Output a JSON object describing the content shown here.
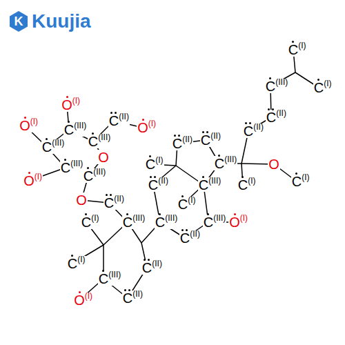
{
  "diagram": {
    "labels": [
      "K",
      "Kuujia",
      "C(I)",
      "C(III)",
      "C(I)",
      "C(II)",
      "C(II)",
      "O",
      "C(I)",
      "C(I)",
      "C(III)",
      "C(II)",
      "C(II)",
      "C(I)",
      "C(III)",
      "C(I)",
      "C(III)",
      "O(I)",
      "C(III)",
      "C(II)",
      "C(II)",
      "C(II)",
      "C(III)",
      "O(I)",
      "C(I)",
      "C(III)",
      "C(I)",
      "C(II)",
      "O",
      "C(II)",
      "O(I)",
      "C(III)",
      "C(II)",
      "O(I)",
      "C(III)",
      "O(I)",
      "C(III)",
      "O",
      "C(III)",
      "C(III)",
      "O(I)"
    ]
  }
}
